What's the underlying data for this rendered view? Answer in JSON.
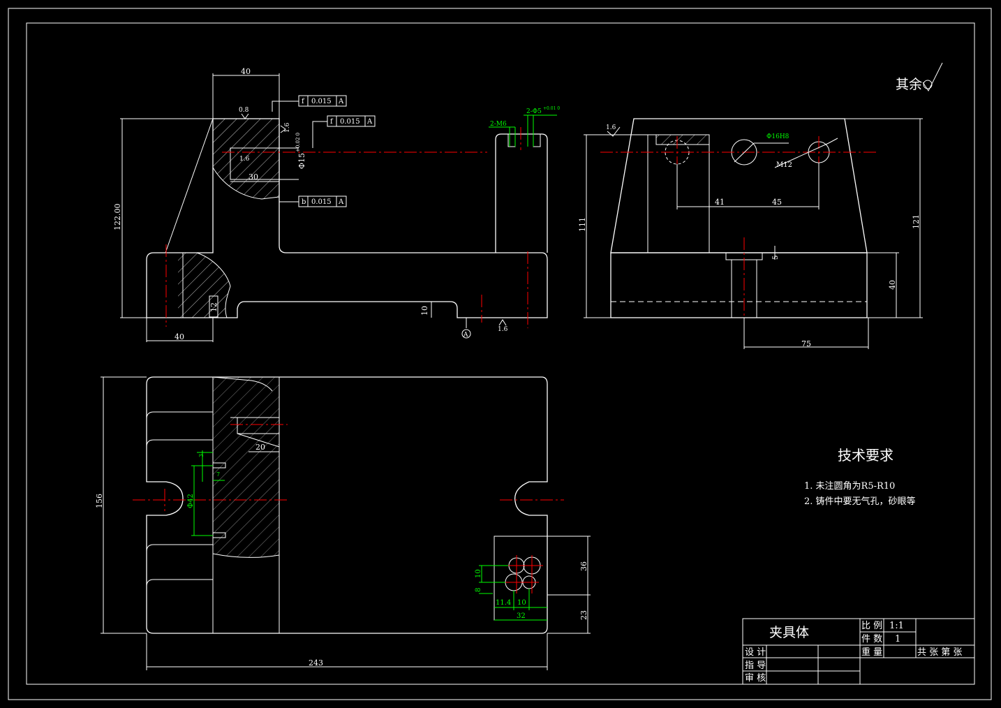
{
  "drawing": {
    "surface_note": "其余",
    "tech": {
      "title": "技术要求",
      "item1": "1. 未注圆角为R5-R10",
      "item2": "2. 铸件中要无气孔，砂眼等"
    },
    "front_view": {
      "dim_top": "40",
      "dim_height": "122.00",
      "dim_bottom": "40",
      "dim_slot": "30",
      "dim_hole": "Φ15",
      "dim_hole_tol": "+0.02 0",
      "dim_12": "12",
      "dim_10": "10",
      "rough_08": "0.8",
      "rough_16a": "1.6",
      "rough_16b": "1.6",
      "rough_16c": "1.6",
      "datum": "A",
      "tol1": {
        "sym": "f",
        "val": "0.015",
        "ref": "A"
      },
      "tol2": {
        "sym": "f",
        "val": "0.015",
        "ref": "A"
      },
      "tol3": {
        "sym": "b",
        "val": "0.015",
        "ref": "A"
      },
      "green_m6": "2-M6",
      "green_phi5": "2-Φ5",
      "green_tol": "+0.01 0"
    },
    "side_view": {
      "rough_16": "1.6",
      "dim_111": "111",
      "dim_121": "121",
      "dim_41": "41",
      "dim_45": "45",
      "dim_40": "40",
      "dim_5": "5",
      "dim_75": "75",
      "green_phi16": "Φ16H8",
      "m12": "M12"
    },
    "top_view": {
      "dim_156": "156",
      "dim_20": "20",
      "dim_243": "243",
      "dim_36": "36",
      "dim_23": "23",
      "green_phi42": "Φ42",
      "green_3": "3",
      "green_7": "7",
      "green_10": "10",
      "green_8": "8",
      "green_114": "11.4",
      "green_10b": "10",
      "green_32": "32"
    },
    "title_block": {
      "name": "夹具体",
      "scale_label": "比 例",
      "scale_value": "1:1",
      "qty_label": "件 数",
      "qty_value": "1",
      "weight_label": "重 量",
      "sheets": "共  张 第  张",
      "design": "设 计",
      "guide": "指 导",
      "review": "审 核"
    }
  }
}
